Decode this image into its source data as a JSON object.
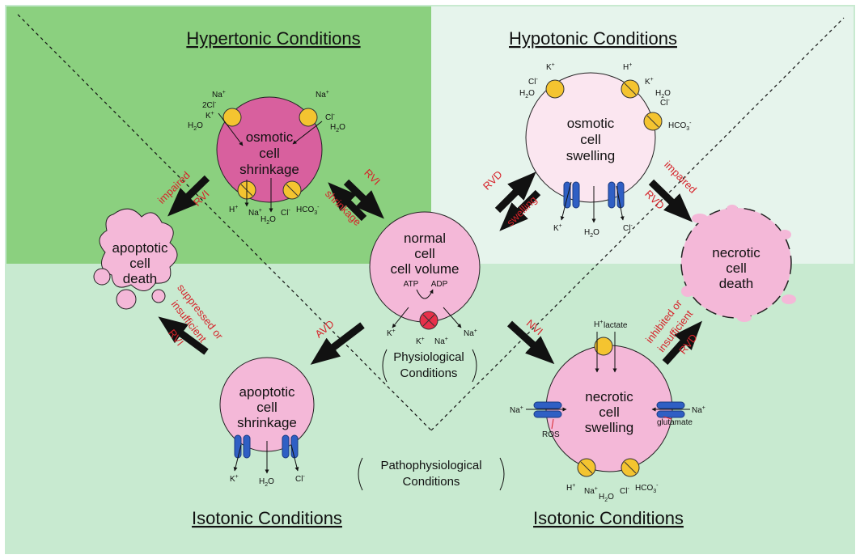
{
  "panels": {
    "top_left": "Hypertonic Conditions",
    "top_right": "Hypotonic Conditions",
    "bottom_left": "Isotonic Conditions",
    "bottom_right": "Isotonic Conditions"
  },
  "cells": {
    "osmotic_shrinkage": [
      "osmotic",
      "cell",
      "shrinkage"
    ],
    "osmotic_swelling": [
      "osmotic",
      "cell",
      "swelling"
    ],
    "normal": [
      "normal",
      "cell",
      "cell volume"
    ],
    "apoptotic_death": [
      "apoptotic",
      "cell",
      "death"
    ],
    "necrotic_death": [
      "necrotic",
      "cell",
      "death"
    ],
    "apoptotic_shrinkage": [
      "apoptotic",
      "cell",
      "shrinkage"
    ],
    "necrotic_swelling": [
      "necrotic",
      "cell",
      "swelling"
    ]
  },
  "arrow_labels": {
    "impaired_rvi": [
      "impaired",
      "RVI"
    ],
    "rvi": "RVI",
    "shrinkage": "shrinkage",
    "rvd": "RVD",
    "swelling": "swelling",
    "impaired_rvd": [
      "impaired",
      "RVD"
    ],
    "suppressed_rvi": [
      "suppressed or",
      "insufficient",
      "RVI"
    ],
    "avd": "AVD",
    "nvi": "NVI",
    "inhibited_rvd": [
      "inhibited or",
      "insufficient",
      "RVD"
    ]
  },
  "conditions": {
    "physiological": [
      "Physiological",
      "Conditions"
    ],
    "pathophysiological": [
      "Pathophysiological",
      "Conditions"
    ]
  },
  "misc": {
    "atp": "ATP",
    "adp": "ADP",
    "lactate": "lactate",
    "ros": "ROS",
    "glutamate": "glutamate"
  },
  "colors": {
    "dark_green": "#8bd07f",
    "light_green": "#c8ead0",
    "pale_green": "#e6f4ec",
    "cell_pink": "#f4b8d8",
    "dark_pink": "#d8609e",
    "pale_pink": "#fbe6f0",
    "transporter": "#f4c430",
    "channel": "#2f5fc4",
    "red_text": "#d6232a"
  }
}
